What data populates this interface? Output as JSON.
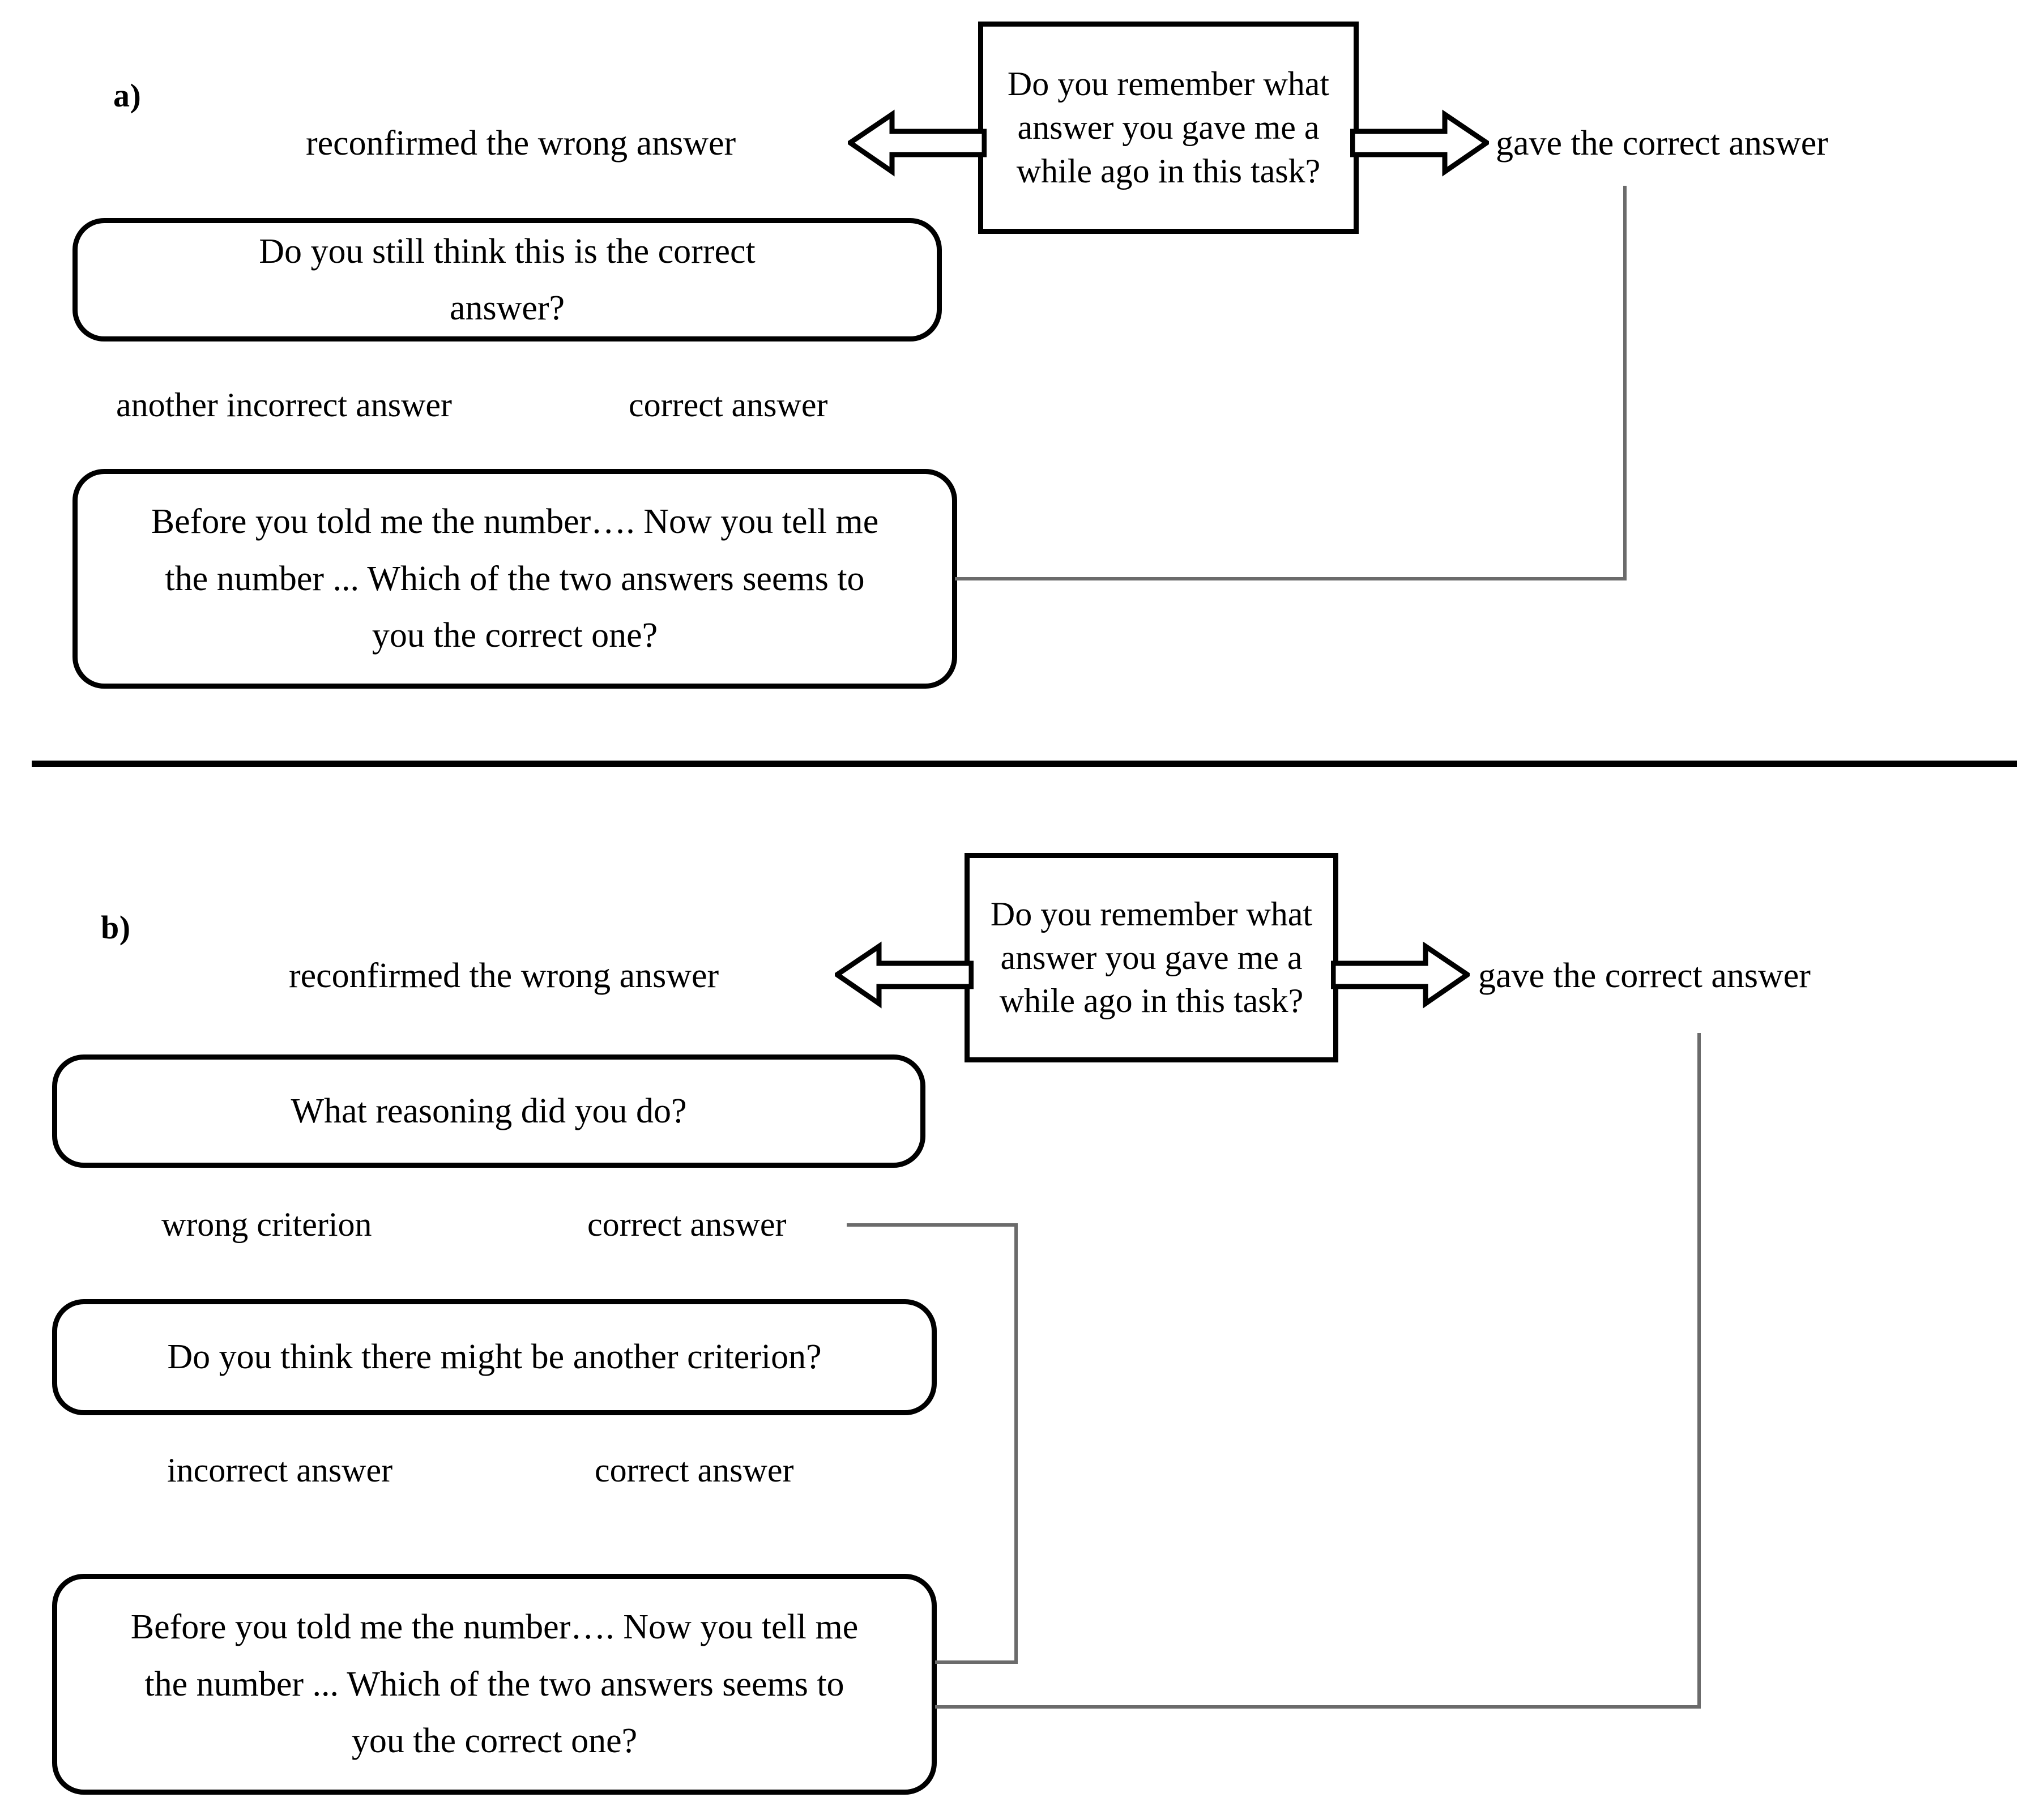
{
  "figure": {
    "panels": [
      {
        "id": "a",
        "label": "a)",
        "prompt_box": {
          "text": "Do you remember what answer you gave me a while ago in this task?"
        },
        "arrows": {
          "left_label": "reconfirmed the wrong answer",
          "right_label": "gave the correct answer",
          "left_icon": "left-block-arrow-icon",
          "right_icon": "right-block-arrow-icon"
        },
        "steps": [
          {
            "box": "Do you still think this is the correct answer?",
            "branch_labels": [
              "another incorrect answer",
              "correct answer"
            ]
          },
          {
            "box": "Before you told me the number…. Now you tell me the number ... Which of the two answers seems to you the correct one?",
            "branch_labels": []
          }
        ]
      },
      {
        "id": "b",
        "label": "b)",
        "prompt_box": {
          "text": "Do you remember what answer you gave me a while ago in this task?"
        },
        "arrows": {
          "left_label": "reconfirmed the wrong answer",
          "right_label": "gave the correct answer",
          "left_icon": "left-block-arrow-icon",
          "right_icon": "right-block-arrow-icon"
        },
        "steps": [
          {
            "box": "What reasoning did you do?",
            "branch_labels": [
              "wrong criterion",
              "correct answer"
            ]
          },
          {
            "box": "Do you think there might be another criterion?",
            "branch_labels": [
              "incorrect answer",
              "correct answer"
            ]
          },
          {
            "box": "Before you told me the number…. Now you tell me the number ... Which of the two answers seems to you the correct one?",
            "branch_labels": []
          }
        ]
      }
    ],
    "colors": {
      "stroke": "#000000",
      "connector": "#6b6b6b",
      "background": "#ffffff"
    }
  }
}
